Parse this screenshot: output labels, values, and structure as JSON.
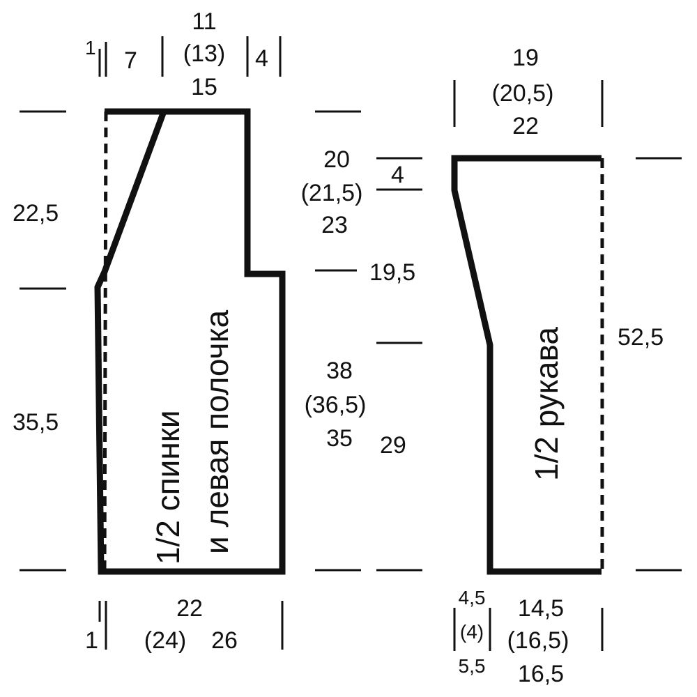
{
  "colors": {
    "ink": "#111111",
    "background": "#ffffff"
  },
  "body_piece": {
    "label_line1": "1/2 спинки",
    "label_line2": "и левая полочка",
    "top_dims": {
      "seg1": "1",
      "seg2": "7",
      "seg3_line1": "11",
      "seg3_line2": "(13)",
      "seg3_line3": "15",
      "seg4": "4"
    },
    "left_dims": {
      "upper": "22,5",
      "lower": "35,5"
    },
    "right_dims": {
      "upper_line1": "20",
      "upper_line2": "(21,5)",
      "upper_line3": "23",
      "step": "19,5",
      "lower_line1": "38",
      "lower_line2": "(36,5)",
      "lower_line3": "35"
    },
    "bottom_dims": {
      "seg1": "1",
      "main_line1": "22",
      "main_line2": "(24)",
      "main_line3": "26"
    }
  },
  "sleeve_piece": {
    "label": "1/2 рукава",
    "top_dims": {
      "line1": "19",
      "line2": "(20,5)",
      "line3": "22"
    },
    "cap_dim": "4",
    "side_dim": "29",
    "length_dim": "52,5",
    "bottom_dims": {
      "left_line1": "4,5",
      "left_line2": "(4)",
      "left_line3": "5,5",
      "main_line1": "14,5",
      "main_line2": "(16,5)",
      "main_line3": "16,5"
    }
  }
}
